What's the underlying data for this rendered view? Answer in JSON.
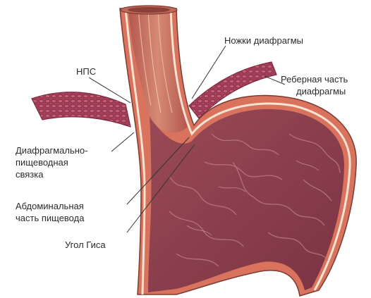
{
  "labels": {
    "diaphragm_crura": "Ножки диафрагмы",
    "costal_part_line1": "Реберная часть",
    "costal_part_line2": "диафрагмы",
    "les": "НПС",
    "phrenoesophageal_line1": "Диафрагмально-",
    "phrenoesophageal_line2": "пищеводная",
    "phrenoesophageal_line3": "связка",
    "abdominal_line1": "Абдоминальная",
    "abdominal_line2": "часть пищевода",
    "his_angle": "Угол Гиса"
  },
  "colors": {
    "background": "#ffffff",
    "stomach_inner": "#8a3e4c",
    "stomach_wall": "#d9735e",
    "wall_stripe": "#f7e3d2",
    "esophagus_lumen": "#c0665a",
    "diaphragm": "#a4405a",
    "leader_line": "#333333"
  }
}
